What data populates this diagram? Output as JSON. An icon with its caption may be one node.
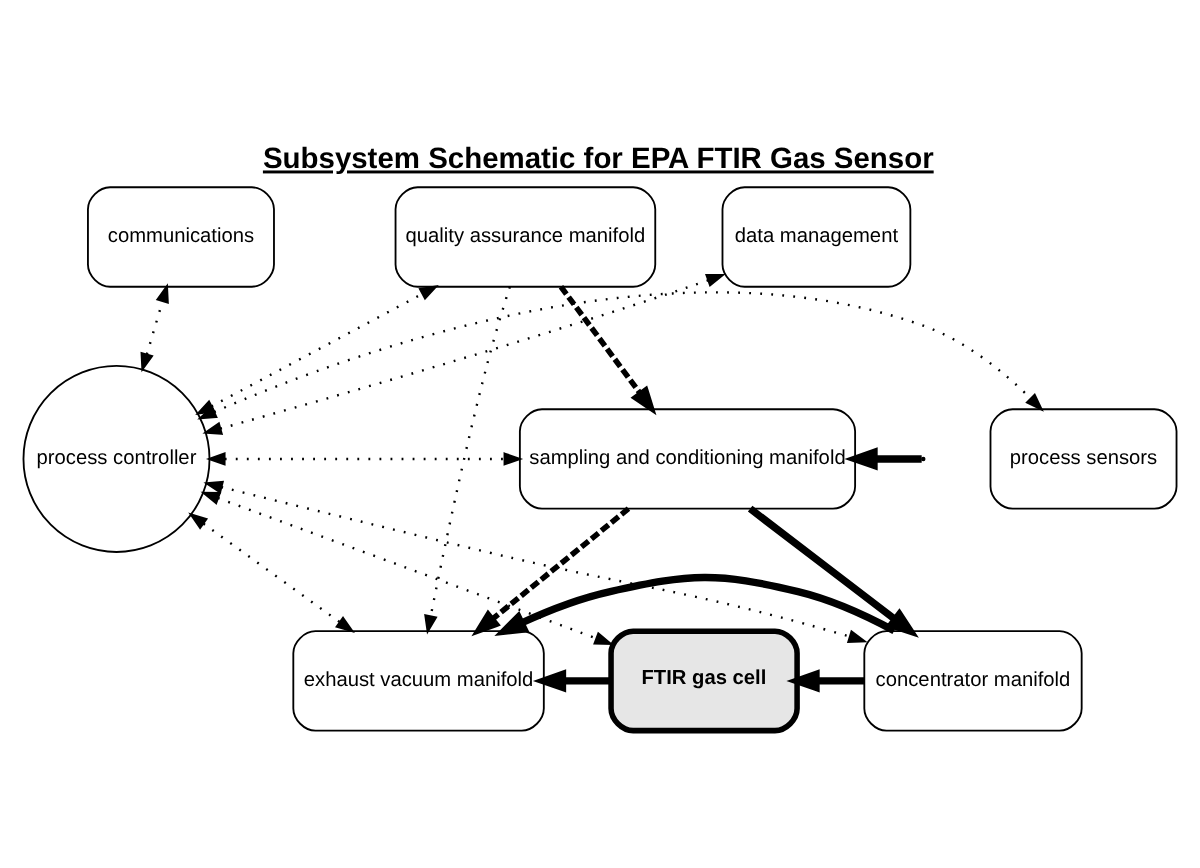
{
  "diagram": {
    "title": "Subsystem Schematic for EPA FTIR Gas Sensor",
    "nodes": [
      {
        "text": [
          "communications"
        ]
      },
      {
        "text": [
          "data management"
        ]
      },
      {
        "text": [
          "quality assurance manifold"
        ]
      },
      {
        "text": [
          "process sensors"
        ]
      },
      {
        "text": [
          "process controller"
        ]
      },
      {
        "text": [
          "sampling and conditioning manifold"
        ]
      },
      {
        "text": [
          "exhaust vacuum manifold"
        ]
      },
      {
        "text": [
          "FTIR gas cell"
        ]
      },
      {
        "text": [
          "concentrator manifold"
        ]
      }
    ],
    "edges": [
      {
        "from": 4,
        "to": 0,
        "arrow": "both",
        "style": "dashed"
      },
      {
        "from": 4,
        "to": 1,
        "arrow": "both",
        "style": "dashed"
      },
      {
        "from": 4,
        "to": 2,
        "arrow": "both",
        "style": "dashed"
      },
      {
        "from": 4,
        "to": 3,
        "arrow": "both",
        "style": "dashed"
      },
      {
        "from": 4,
        "to": 5,
        "arrow": "both",
        "style": "dashed"
      },
      {
        "from": 4,
        "to": 6,
        "arrow": "both",
        "style": "dashed"
      },
      {
        "from": 4,
        "to": 7,
        "arrow": "both",
        "style": "dashed"
      },
      {
        "from": 4,
        "to": 8,
        "arrow": "both",
        "style": "dashed"
      },
      {
        "from": 2,
        "to": 5,
        "arrow": "to",
        "style": "dashed"
      },
      {
        "from": null,
        "to": 5,
        "arrow": "to",
        "style": "thick"
      },
      {
        "from": 5,
        "to": 8,
        "arrow": "to",
        "style": "thick"
      },
      {
        "from": 8,
        "to": 7,
        "arrow": "to",
        "style": "thick"
      },
      {
        "from": 7,
        "to": 6,
        "arrow": "to",
        "style": "thick"
      },
      {
        "from": 8,
        "to": 6,
        "arrow": "to",
        "style": "thick"
      },
      {
        "from": 5,
        "to": 6,
        "arrow": "to",
        "style": "dashed"
      },
      {
        "from": 2,
        "to": 6,
        "arrow": "to",
        "style": "dashed"
      }
    ]
  }
}
